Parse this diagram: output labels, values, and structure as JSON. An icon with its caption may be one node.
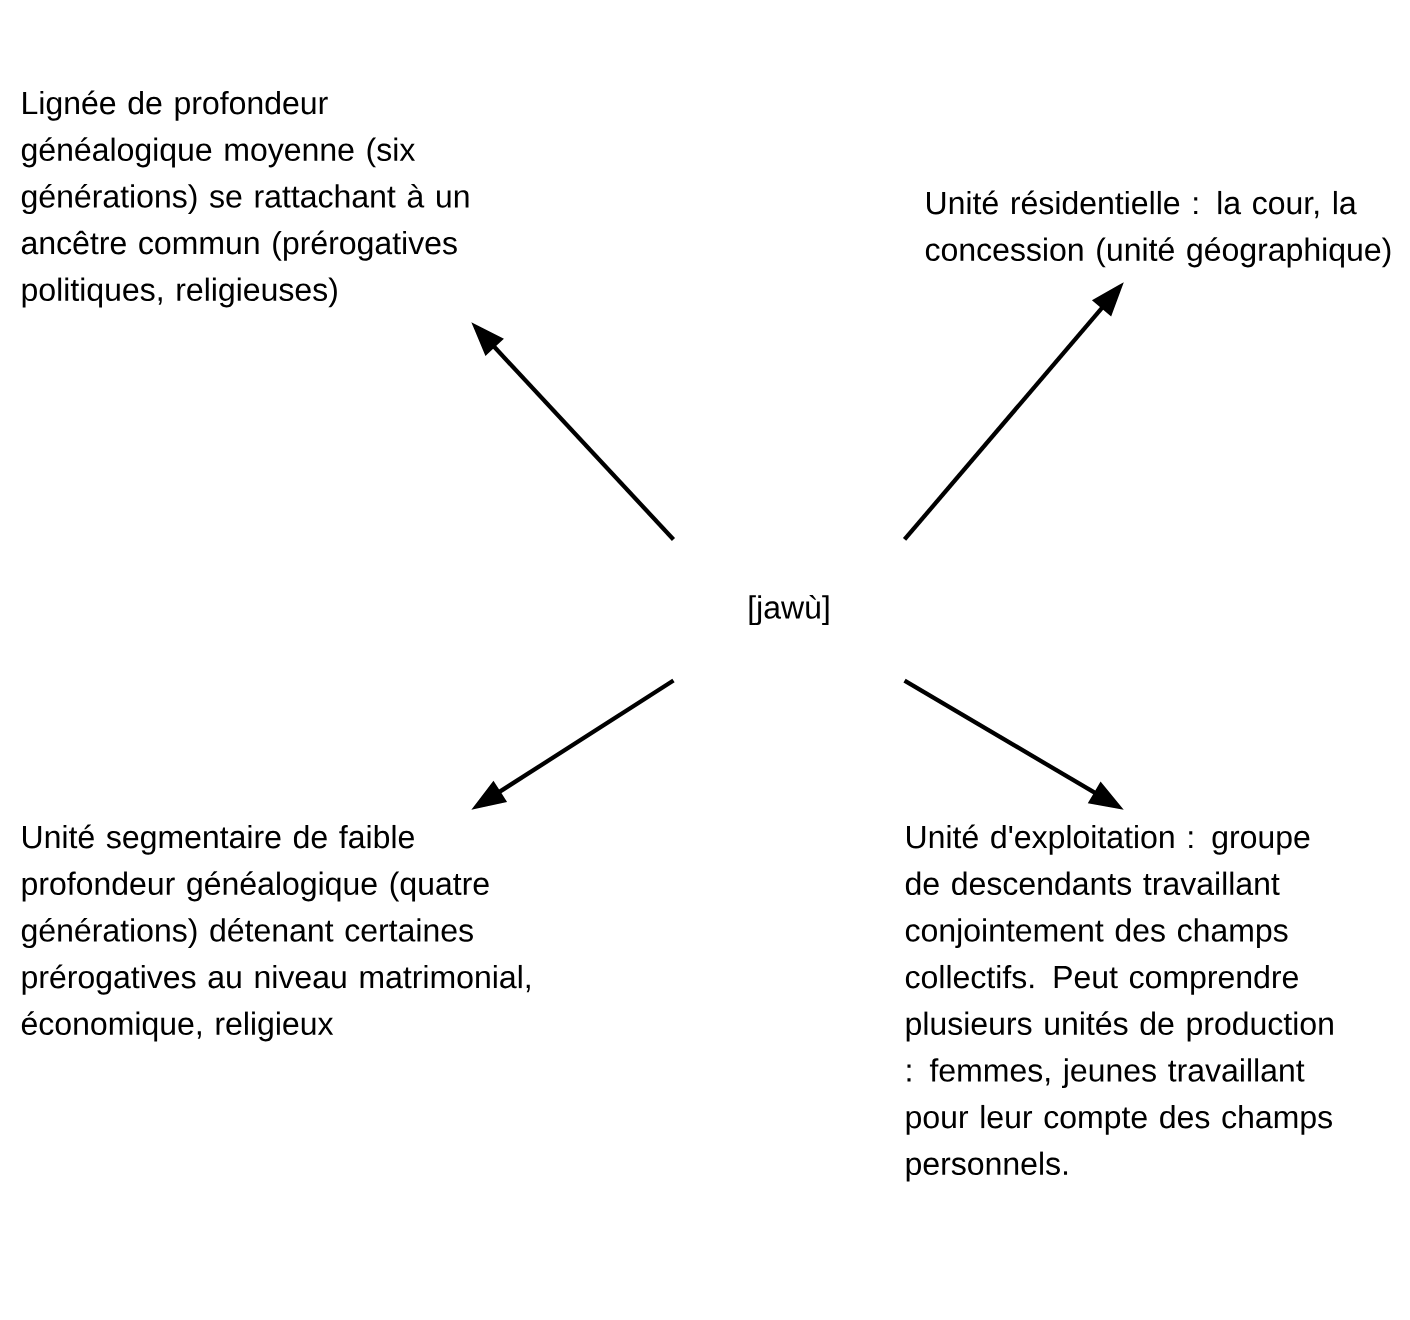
{
  "diagram": {
    "nodes": [
      {
        "text": [
          "Lignée de profondeur généalogique moyenne (six générations) se rattachant à un ancêtre commun (prérogatives politiques, religieuses)"
        ]
      },
      {
        "text": [
          "Unité résidentielle : la cour, la concession (unité géographique)"
        ]
      },
      {
        "text": [
          "[jawù]"
        ]
      },
      {
        "text": [
          "Unité segmentaire de faible profondeur généalogique (quatre générations) détenant certaines prérogatives au niveau matrimonial, économique, religieux"
        ]
      },
      {
        "text": [
          "Unité d'exploitation : groupe de descendants travaillant conjointement des champs collectifs. Peut comprendre plusieurs unités de production : femmes, jeunes travaillant pour leur compte des champs personnels."
        ]
      }
    ],
    "edges": [
      {
        "from": 2,
        "to": 0,
        "arrow": "to"
      },
      {
        "from": 2,
        "to": 1,
        "arrow": "to"
      },
      {
        "from": 2,
        "to": 3,
        "arrow": "to"
      },
      {
        "from": 2,
        "to": 4,
        "arrow": "to"
      }
    ]
  }
}
